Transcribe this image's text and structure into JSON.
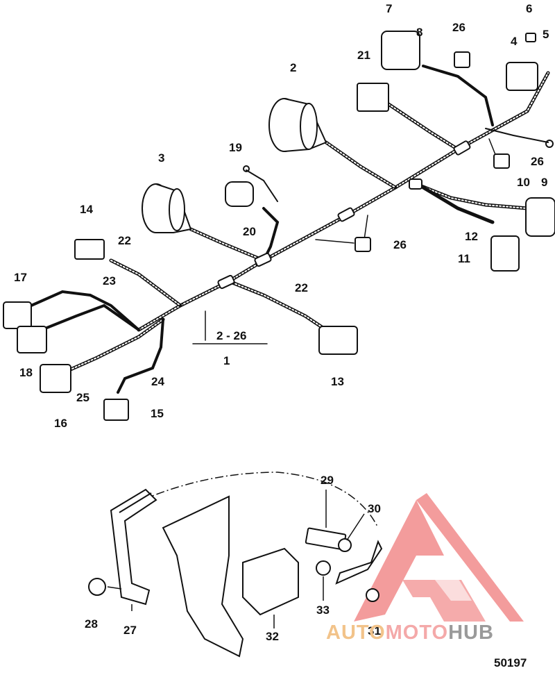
{
  "diagram": {
    "callouts": [
      {
        "id": "c1",
        "label": "1"
      },
      {
        "id": "c2",
        "label": "2"
      },
      {
        "id": "c3",
        "label": "3"
      },
      {
        "id": "c4",
        "label": "4"
      },
      {
        "id": "c5",
        "label": "5"
      },
      {
        "id": "c6",
        "label": "6"
      },
      {
        "id": "c7",
        "label": "7"
      },
      {
        "id": "c8",
        "label": "8"
      },
      {
        "id": "c9",
        "label": "9"
      },
      {
        "id": "c10",
        "label": "10"
      },
      {
        "id": "c11",
        "label": "11"
      },
      {
        "id": "c12",
        "label": "12"
      },
      {
        "id": "c13",
        "label": "13"
      },
      {
        "id": "c14",
        "label": "14"
      },
      {
        "id": "c15",
        "label": "15"
      },
      {
        "id": "c16",
        "label": "16"
      },
      {
        "id": "c17",
        "label": "17"
      },
      {
        "id": "c18",
        "label": "18"
      },
      {
        "id": "c19",
        "label": "19"
      },
      {
        "id": "c20",
        "label": "20"
      },
      {
        "id": "c21",
        "label": "21"
      },
      {
        "id": "c22a",
        "label": "22"
      },
      {
        "id": "c22b",
        "label": "22"
      },
      {
        "id": "c23",
        "label": "23"
      },
      {
        "id": "c24",
        "label": "24"
      },
      {
        "id": "c25",
        "label": "25"
      },
      {
        "id": "c26a",
        "label": "26"
      },
      {
        "id": "c26b",
        "label": "26"
      },
      {
        "id": "c26c",
        "label": "26"
      },
      {
        "id": "c2to26",
        "label": "2 - 26"
      },
      {
        "id": "c27",
        "label": "27"
      },
      {
        "id": "c28",
        "label": "28"
      },
      {
        "id": "c29",
        "label": "29"
      },
      {
        "id": "c30",
        "label": "30"
      },
      {
        "id": "c31",
        "label": "31"
      },
      {
        "id": "c32",
        "label": "32"
      },
      {
        "id": "c33",
        "label": "33"
      }
    ],
    "reference_number": "50197"
  },
  "watermark": {
    "part1": "AUTO",
    "part2": "MOTO",
    "part3": "HUB",
    "colors": {
      "auto": "#f2c38a",
      "moto": "#f4a9a9",
      "hub": "#9a9a9a",
      "logo": "#f07c7c"
    }
  }
}
